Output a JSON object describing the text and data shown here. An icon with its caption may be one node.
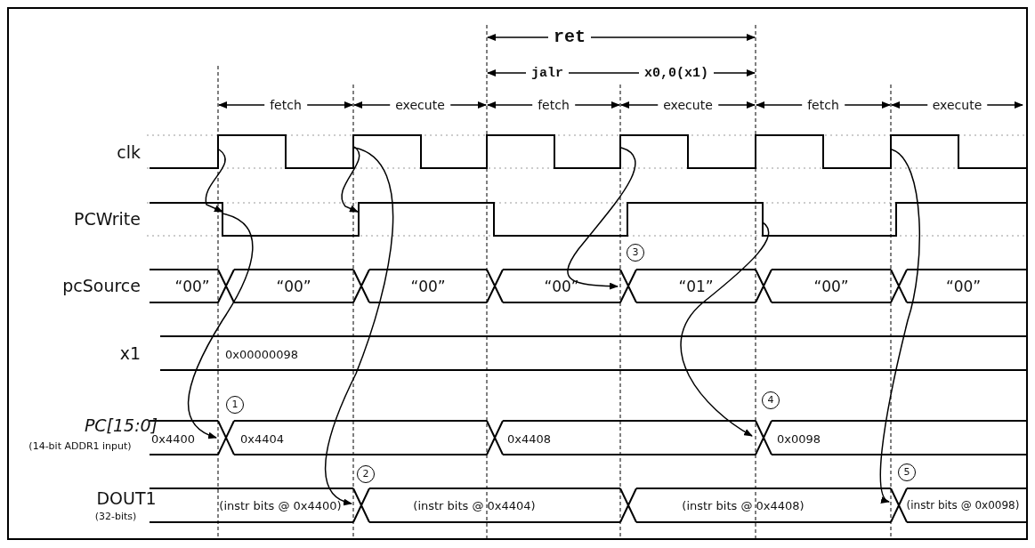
{
  "diagram": {
    "labels": [
      "ret",
      "jalr",
      "x0,0(x1)",
      "fetch",
      "execute",
      "fetch",
      "execute",
      "fetch",
      "execute",
      "clk",
      "PCWrite",
      "pcSource",
      "“00”",
      "“00”",
      "“00”",
      "“00”",
      "“01”",
      "“00”",
      "“00”",
      "x1",
      "0x00000098",
      "PC[15:0]",
      "(14-bit ADDR1 input)",
      "0x4400",
      "0x4404",
      "0x4408",
      "0x0098",
      "DOUT1",
      "(32-bits)",
      "(instr bits @ 0x4400)",
      "(instr bits @ 0x4404)",
      "(instr bits @ 0x4408)",
      "(instr bits @ 0x0098)",
      "1",
      "2",
      "3",
      "4",
      "5"
    ]
  }
}
